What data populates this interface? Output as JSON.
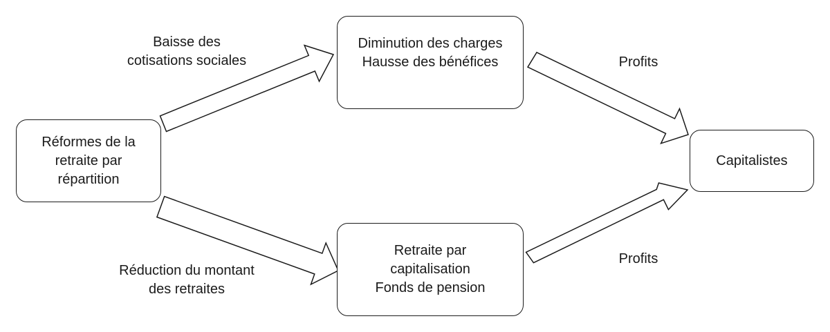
{
  "nodes": {
    "reformes": [
      "Réformes de la",
      "retraite par",
      "répartition"
    ],
    "diminution": [
      "Diminution des charges",
      "Hausse des bénéfices"
    ],
    "retraite_cap": [
      "Retraite par",
      "capitalisation",
      "Fonds de pension"
    ],
    "capitalistes": [
      "Capitalistes"
    ]
  },
  "edge_labels": {
    "baisse": [
      "Baisse des",
      "cotisations sociales"
    ],
    "reduction": [
      "Réduction du montant",
      "des retraites"
    ],
    "profits_top": [
      "Profits"
    ],
    "profits_bottom": [
      "Profits"
    ]
  },
  "colors": {
    "stroke": "#1a1a1a",
    "fill": "#ffffff"
  }
}
